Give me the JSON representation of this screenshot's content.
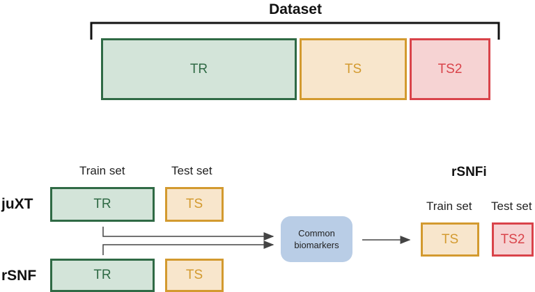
{
  "dataset": {
    "title": "Dataset",
    "tr": "TR",
    "ts": "TS",
    "ts2": "TS2"
  },
  "lower": {
    "train_set_label": "Train set",
    "test_set_label": "Test set",
    "row_jxt": {
      "label": "juXT",
      "tr": "TR",
      "ts": "TS"
    },
    "row_rsnf": {
      "label": "rSNF",
      "tr": "TR",
      "ts": "TS"
    },
    "common": {
      "line1": "Common",
      "line2": "biomarkers"
    },
    "rsnfi": {
      "title": "rSNFi",
      "train_set_label": "Train set",
      "test_set_label": "Test set",
      "ts": "TS",
      "ts2": "TS2"
    }
  },
  "colors": {
    "tr": "#2f6a45",
    "ts": "#d39a2f",
    "ts2": "#d9434a",
    "common": "#b9cde6"
  }
}
